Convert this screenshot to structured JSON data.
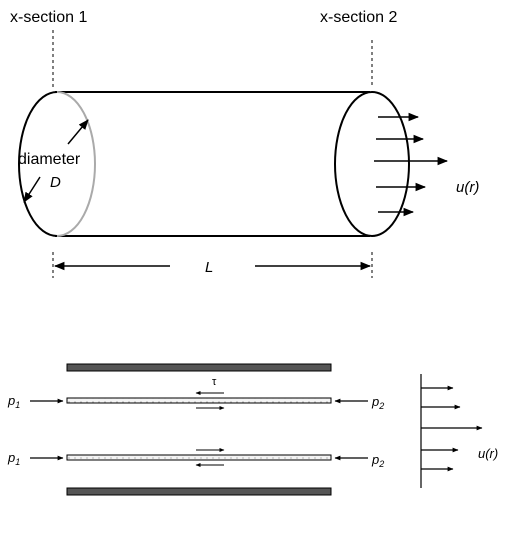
{
  "cylinder": {
    "section1_label": "x-section 1",
    "section2_label": "x-section 2",
    "diameter_label": "diameter",
    "diameter_symbol": "D",
    "length_symbol": "L",
    "profile_label": "u(r)"
  },
  "channel": {
    "pressure_left": "p",
    "pressure_left_sub": "1",
    "pressure_right": "p",
    "pressure_right_sub": "2",
    "shear_symbol": "τ",
    "profile_label": "u(r)"
  }
}
